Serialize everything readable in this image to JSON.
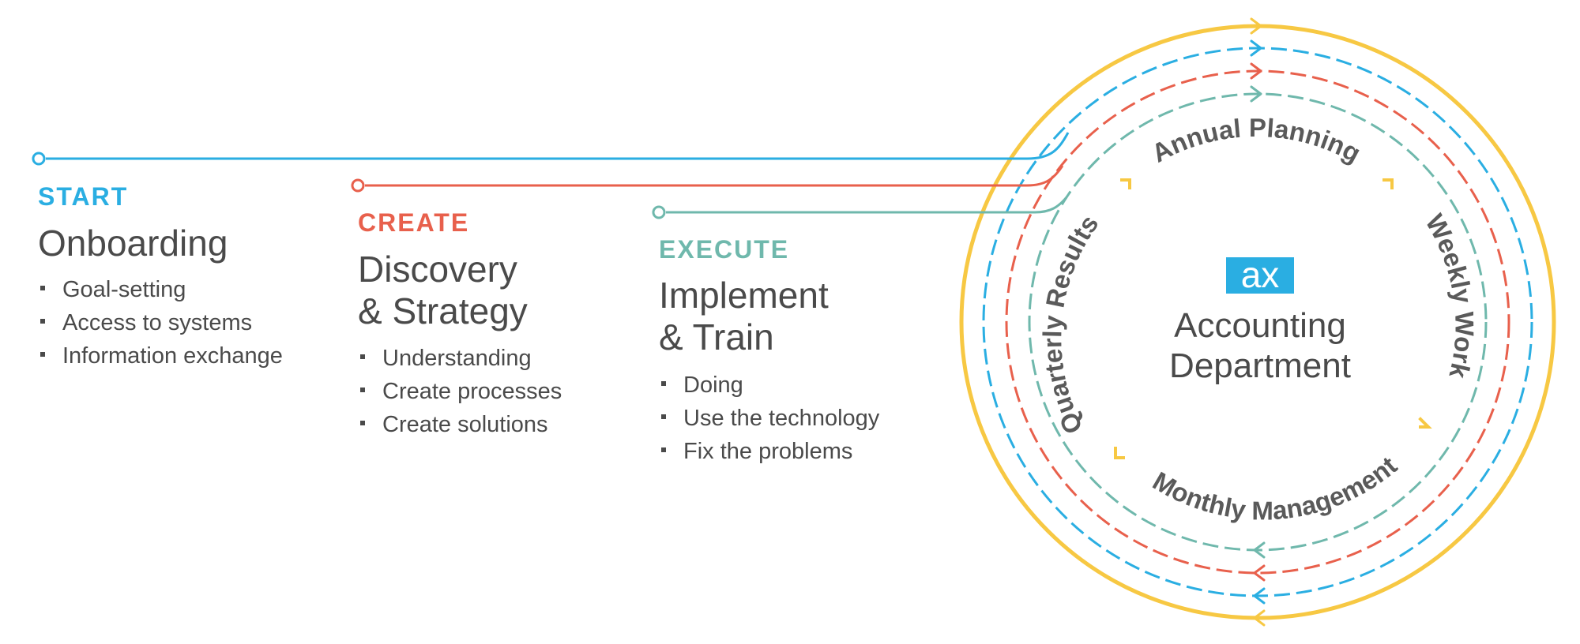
{
  "colors": {
    "start": "#2aaee2",
    "create": "#e8604c",
    "execute": "#6fb8ac",
    "outer_ring": "#f7c843",
    "text": "#4a4a4a",
    "logo_bg": "#2aaee2"
  },
  "stages": [
    {
      "tag": "START",
      "title_lines": [
        "Onboarding"
      ],
      "bullets": [
        "Goal-setting",
        "Access to systems",
        "Information exchange"
      ]
    },
    {
      "tag": "CREATE",
      "title_lines": [
        "Discovery",
        "& Strategy"
      ],
      "bullets": [
        "Understanding",
        "Create processes",
        "Create solutions"
      ]
    },
    {
      "tag": "EXECUTE",
      "title_lines": [
        "Implement",
        "& Train"
      ],
      "bullets": [
        "Doing",
        "Use the technology",
        "Fix the problems"
      ]
    }
  ],
  "cycle": {
    "labels": {
      "top": "Annual Planning",
      "right": "Weekly Work",
      "bottom": "Monthly Management",
      "left": "Quarterly Results"
    },
    "center": {
      "logo": "ax",
      "lines": [
        "Accounting",
        "Department"
      ]
    }
  }
}
